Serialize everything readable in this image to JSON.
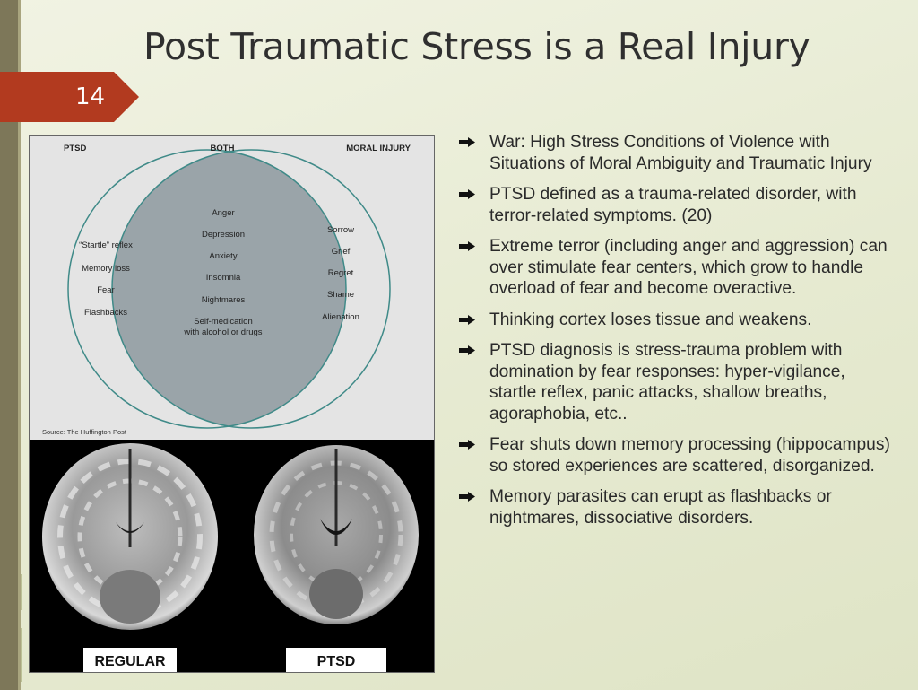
{
  "slide": {
    "title": "Post Traumatic Stress is a Real Injury",
    "number": "14",
    "accent_color": "#b23a1f",
    "band_color": "#7d7759"
  },
  "venn": {
    "left_header": "PTSD",
    "middle_header": "BOTH",
    "right_header": "MORAL INJURY",
    "left_items": [
      "“Startle” reflex",
      "Memory loss",
      "Fear",
      "Flashbacks"
    ],
    "middle_items": [
      "Anger",
      "Depression",
      "Anxiety",
      "Insomnia",
      "Nightmares",
      "Self-medication",
      "with alcohol or drugs"
    ],
    "right_items": [
      "Sorrow",
      "Grief",
      "Regret",
      "Shame",
      "Alienation"
    ],
    "source": "Source: The Huffington Post"
  },
  "mri": {
    "left_label": "REGULAR",
    "right_label": "PTSD"
  },
  "bullets": [
    "War: High Stress Conditions of Violence with Situations of Moral Ambiguity and Traumatic Injury",
    "PTSD defined as a trauma-related disorder, with terror-related symptoms. (20)",
    "Extreme terror (including anger and aggression) can over stimulate fear centers, which grow to handle overload of fear and become overactive.",
    "Thinking cortex loses tissue and weakens.",
    "PTSD diagnosis is stress-trauma problem with domination by fear responses: hyper-vigilance, startle reflex, panic attacks, shallow breaths, agoraphobia, etc..",
    "Fear shuts down memory processing (hippocampus) so stored experiences are scattered, disorganized.",
    "Memory parasites can erupt as flashbacks or nightmares, dissociative disorders."
  ],
  "bullet_icon": "arrow-right-icon"
}
